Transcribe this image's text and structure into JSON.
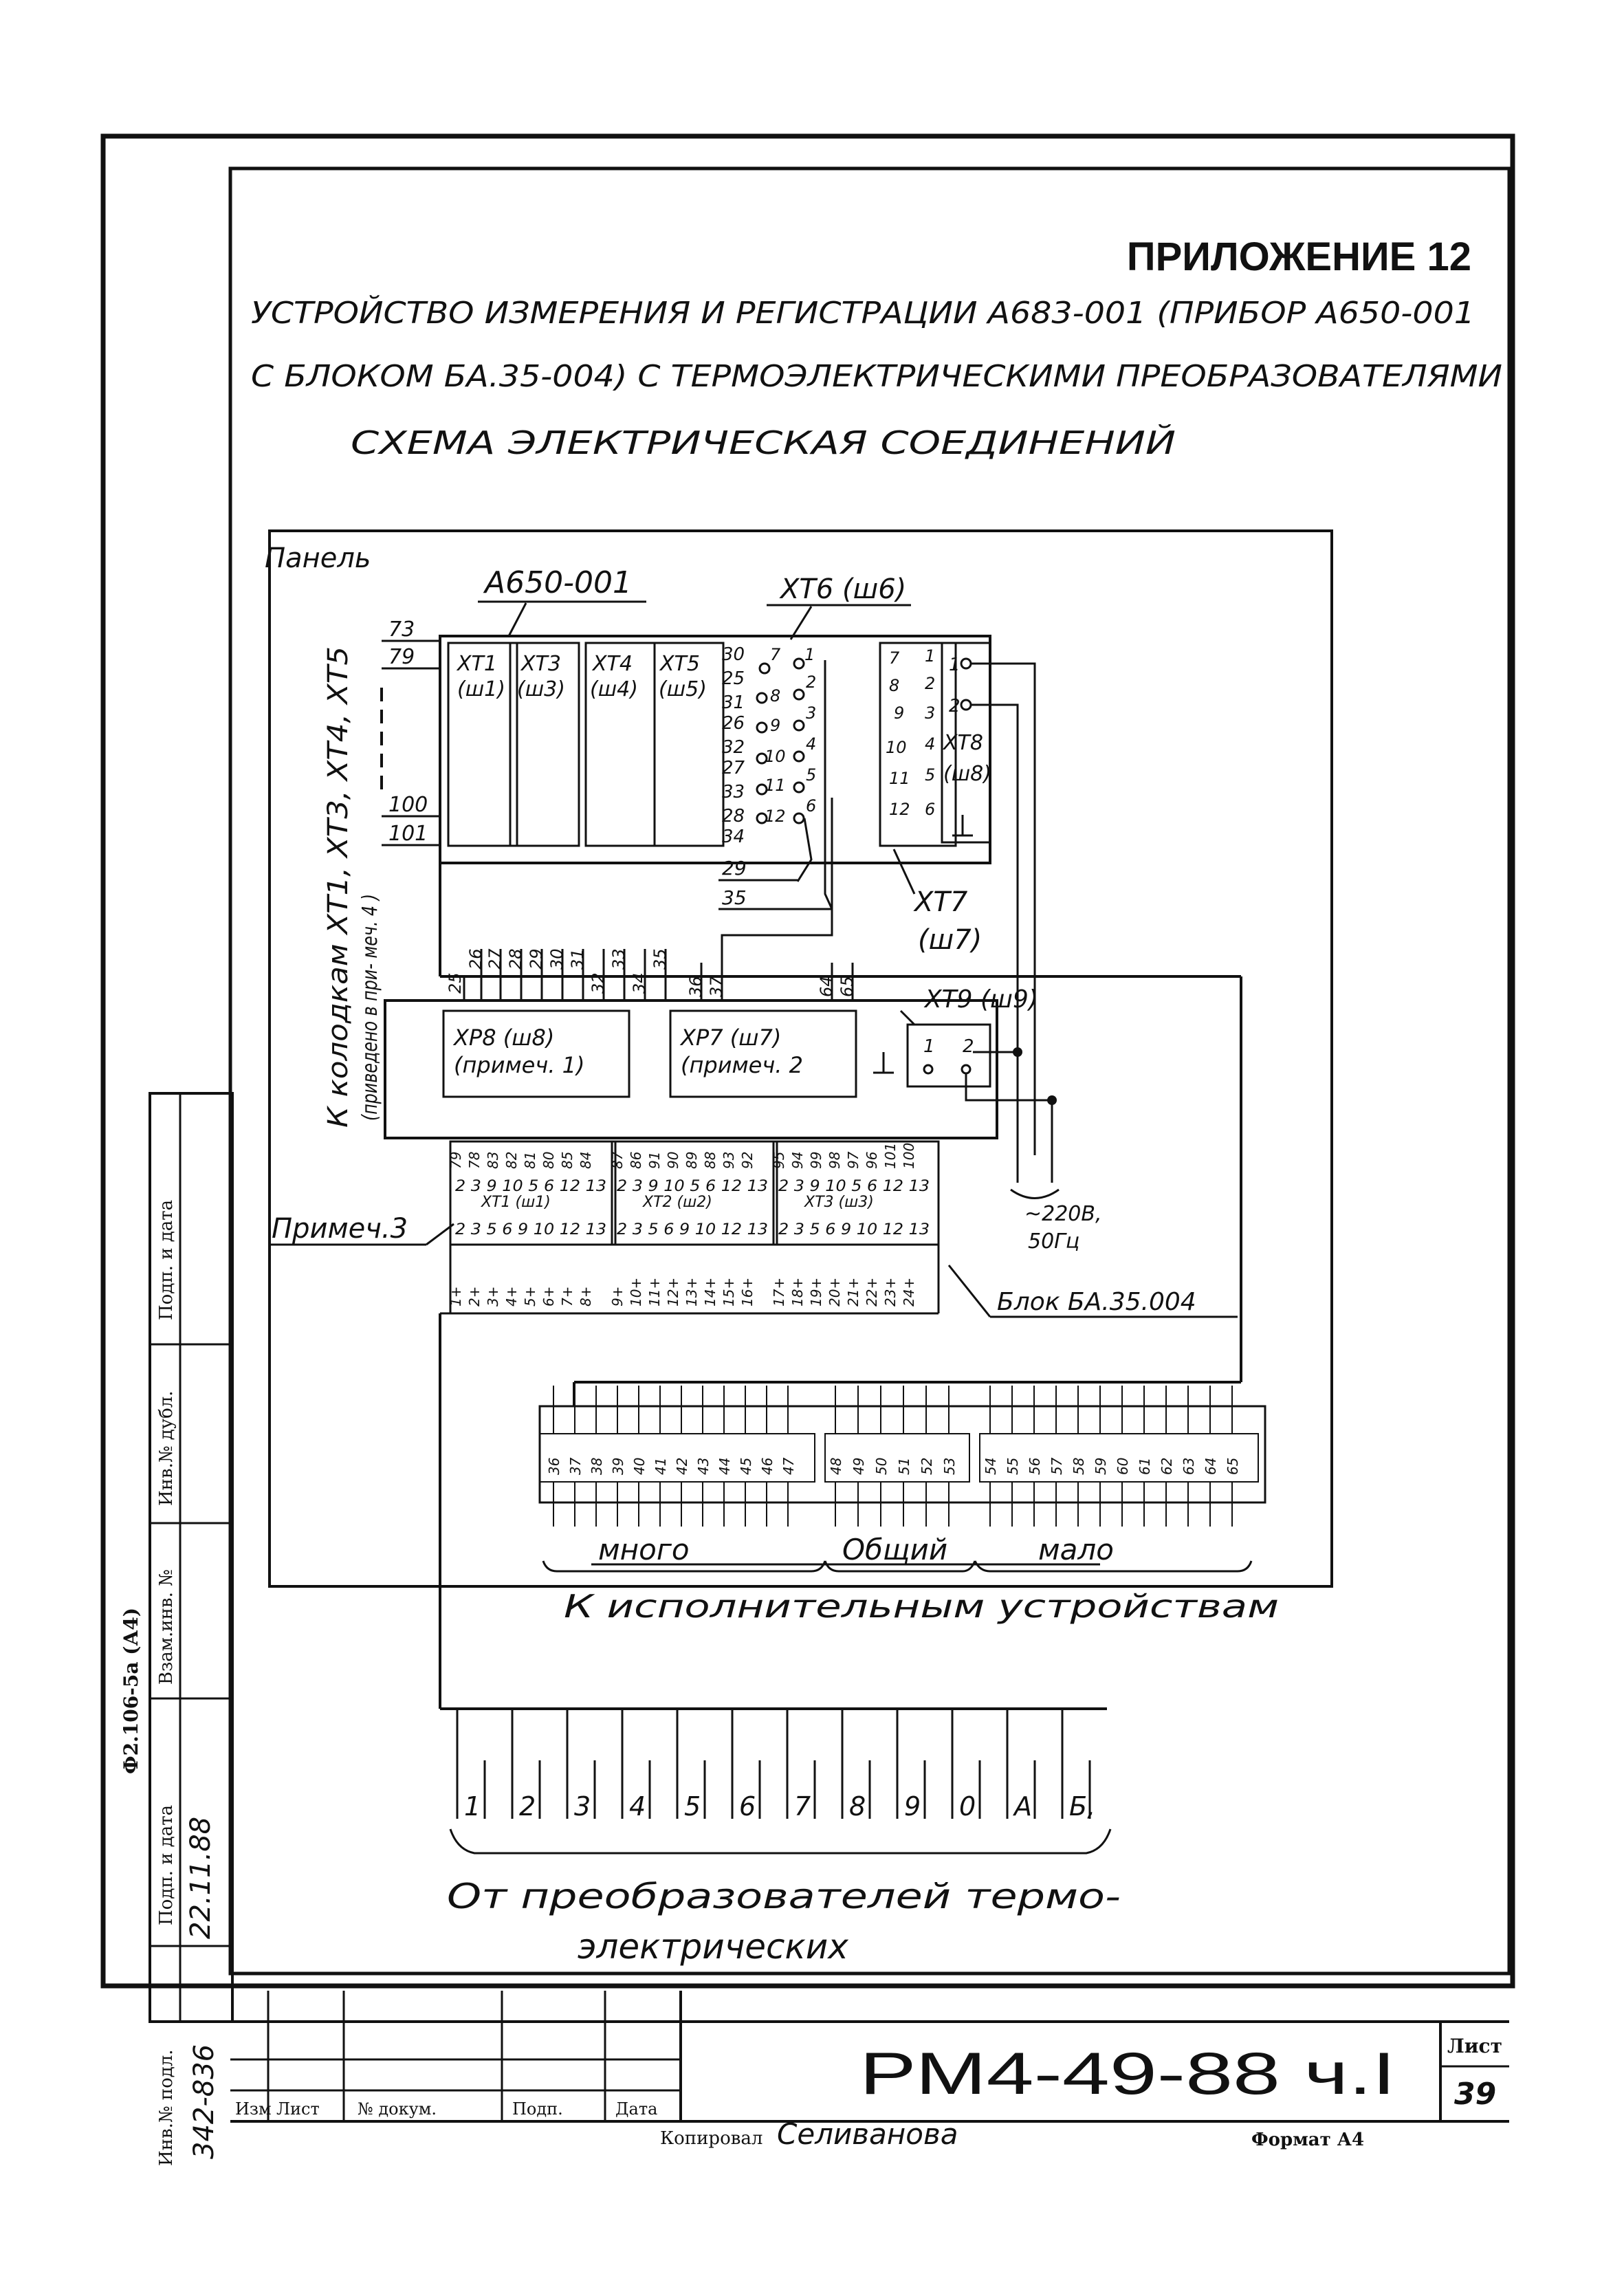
{
  "appendix": "ПРИЛОЖЕНИЕ 12",
  "title_lines": [
    "УСТРОЙСТВО ИЗМЕРЕНИЯ И РЕГИСТРАЦИИ А683-001 (ПРИБОР А650-001",
    "С БЛОКОМ БА.35-004) С ТЕРМОЭЛЕКТРИЧЕСКИМИ ПРЕОБРАЗОВАТЕЛЯМИ",
    "СХЕМА ЭЛЕКТРИЧЕСКАЯ СОЕДИНЕНИЙ"
  ],
  "panel_label": "Панель",
  "device_label": "А650-001",
  "connectors_top": [
    {
      "id": "xt1",
      "label": "ХТ1",
      "sub": "(ш1)"
    },
    {
      "id": "xt3",
      "label": "ХТ3",
      "sub": "(ш3)"
    },
    {
      "id": "xt4",
      "label": "ХТ4",
      "sub": "(ш4)"
    },
    {
      "id": "xt5",
      "label": "ХТ5",
      "sub": "(ш5)"
    }
  ],
  "left_wire_numbers": [
    "73",
    "79",
    "100",
    "101"
  ],
  "xt6_label": "ХТ6 (ш6)",
  "xt6_wires": [
    "30",
    "25",
    "31",
    "26",
    "32",
    "27",
    "33",
    "28",
    "34",
    "29",
    "35"
  ],
  "xt6_pins_left": [
    "7",
    "8",
    "9",
    "10",
    "11",
    "12"
  ],
  "xt6_pins_right": [
    "1",
    "2",
    "3",
    "4",
    "5",
    "6"
  ],
  "xt7_label": "ХТ7",
  "xt7_sub": "(ш7)",
  "xt7_pins_left": [
    "7",
    "8",
    "9",
    "10",
    "11",
    "12"
  ],
  "xt7_pins_right": [
    "1",
    "2",
    "3",
    "4",
    "5",
    "6"
  ],
  "xt8_label": "ХТ8",
  "xt8_sub": "(ш8)",
  "xt8_pins": [
    "1",
    "2"
  ],
  "vertical_side_label": "К колодкам ХТ1, ХТ3, ХТ4, ХТ5",
  "vertical_side_note": "(приведено в при- меч. 4 )",
  "left_vertical_text": "К колодкам ХТ1, ХТ3, ХТ4, ХТ5",
  "xp8_wires": [
    "25",
    "26",
    "27",
    "28",
    "29",
    "30",
    "31",
    "32",
    "33",
    "34",
    "35"
  ],
  "xp7_wires": [
    "36",
    "37",
    "64",
    "65"
  ],
  "xp8_label": "ХР8 (ш8)",
  "xp8_note": "(примеч. 1)",
  "xp7_label": "ХР7 (ш7)",
  "xp7_note": "(примеч. 2",
  "xt9_label": "ХТ9 (ш9)",
  "xt9_pins": [
    "1",
    "2"
  ],
  "power_label": "~220В,",
  "power_freq": "50Гц",
  "note3_label": "Примеч.3",
  "block_label": "Блок БА.35.004",
  "terminal_blocks": [
    {
      "label": "ХТ1 (ш1)",
      "top_numbers": [
        "79",
        "78",
        "83",
        "82",
        "81",
        "80",
        "85",
        "84"
      ],
      "pins_top": "2 3 9 10 5 6 12 13",
      "pins_bottom": "2 3 5 6 9 10 12 13",
      "bottom_numbers": [
        "1+",
        "2+",
        "3+",
        "4+",
        "5+",
        "6+",
        "7+",
        "8+"
      ]
    },
    {
      "label": "ХТ2 (ш2)",
      "top_numbers": [
        "87",
        "86",
        "91",
        "90",
        "89",
        "88",
        "93",
        "92"
      ],
      "pins_top": "2 3 9 10 5 6 12 13",
      "pins_bottom": "2 3 5 6 9 10 12 13",
      "bottom_numbers": [
        "9+",
        "10+",
        "11+",
        "12+",
        "13+",
        "14+",
        "15+",
        "16+"
      ]
    },
    {
      "label": "ХТ3 (ш3)",
      "top_numbers": [
        "95",
        "94",
        "99",
        "98",
        "97",
        "96",
        "101",
        "100"
      ],
      "pins_top": "2 3 9 10 5 6 12 13",
      "pins_bottom": "2 3 5 6 9 10 12 13",
      "bottom_numbers": [
        "17+",
        "18+",
        "19+",
        "20+",
        "21+",
        "22+",
        "23+",
        "24+"
      ]
    }
  ],
  "output_terminals": [
    "36",
    "37",
    "38",
    "39",
    "40",
    "41",
    "42",
    "43",
    "44",
    "45",
    "46",
    "47",
    "48",
    "49",
    "50",
    "51",
    "52",
    "53",
    "54",
    "55",
    "56",
    "57",
    "58",
    "59",
    "60",
    "61",
    "62",
    "63",
    "64",
    "65"
  ],
  "group_labels": [
    "много",
    "Общий",
    "мало"
  ],
  "executive_label": "К исполнительным устройствам",
  "input_terminals": [
    "1",
    "2",
    "3",
    "4",
    "5",
    "6",
    "7",
    "8",
    "9",
    "0",
    "А",
    "Б,"
  ],
  "input_label_line1": "От преобразователей термо-",
  "input_label_line2": "электрических",
  "stamp": {
    "doc_code": "РМ4-49-88 ч.I",
    "sheet_label": "Лист",
    "sheet_number": "39",
    "columns": [
      "Изм",
      "Лист",
      "№ докум.",
      "Подп.",
      "Дата"
    ],
    "copied_label": "Копировал",
    "copied_by": "Селиванова",
    "format_label": "Формат А4"
  },
  "side_strip": {
    "cells": [
      "Подп. и дата",
      "Инв.№ дубл.",
      "Взам.инв. №",
      "Подп. и дата",
      "Инв.№ подл."
    ],
    "form_code": "Ф2.106-5а (А4)",
    "inv_handwritten": "342-836",
    "date_handwritten": "22.11.88"
  }
}
